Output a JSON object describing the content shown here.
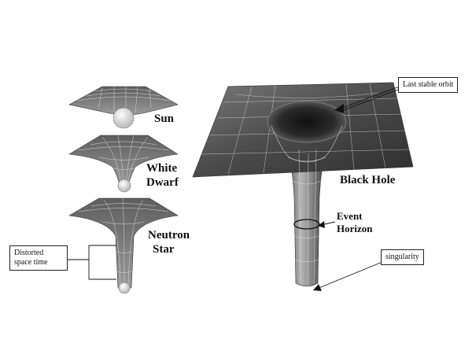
{
  "labels": {
    "sun": "Sun",
    "white_dwarf_line1": "White",
    "white_dwarf_line2": "Dwarf",
    "neutron_line1": "Neutron",
    "neutron_line2": "Star",
    "black_hole": "Black Hole",
    "event_line1": "Event",
    "event_line2": "Horizon"
  },
  "callouts": {
    "distorted_line1": "Distorted",
    "distorted_line2": "space time",
    "last_stable_orbit": "Last stable orbit",
    "singularity": "singularity"
  },
  "colors": {
    "surface_dark": "#3a3a3a",
    "surface_light": "#b8b8b8",
    "grid": "#e8e8e8",
    "ink": "#111111"
  }
}
